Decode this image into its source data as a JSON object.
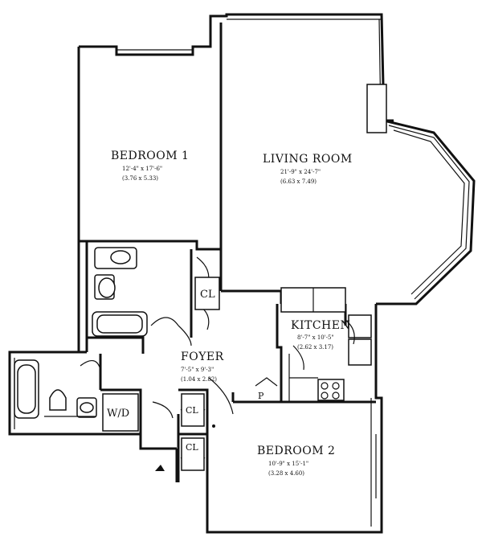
{
  "rooms": {
    "bedroom1": {
      "name": "BEDROOM 1",
      "dims_imperial": "12'-4\" x 17'-6\"",
      "dims_metric": "(3.76 x 5.33)"
    },
    "living": {
      "name": "LIVING ROOM",
      "dims_imperial": "21'-9\" x 24'-7\"",
      "dims_metric": "(6.63 x 7.49)"
    },
    "kitchen": {
      "name": "KITCHEN",
      "dims_imperial": "8'-7\" x 10'-5\"",
      "dims_metric": "(2.62 x 3.17)"
    },
    "foyer": {
      "name": "FOYER",
      "dims_imperial": "7'-5\" x 9'-3\"",
      "dims_metric": "(1.04 x 2.82)"
    },
    "bedroom2": {
      "name": "BEDROOM 2",
      "dims_imperial": "10'-9\" x 15'-1\"",
      "dims_metric": "(3.28 x 4.60)"
    }
  },
  "labels": {
    "closet_main": "CL",
    "closet_upper": "CL",
    "closet_lower": "CL",
    "washer_dryer": "W/D",
    "pantry": "P"
  }
}
